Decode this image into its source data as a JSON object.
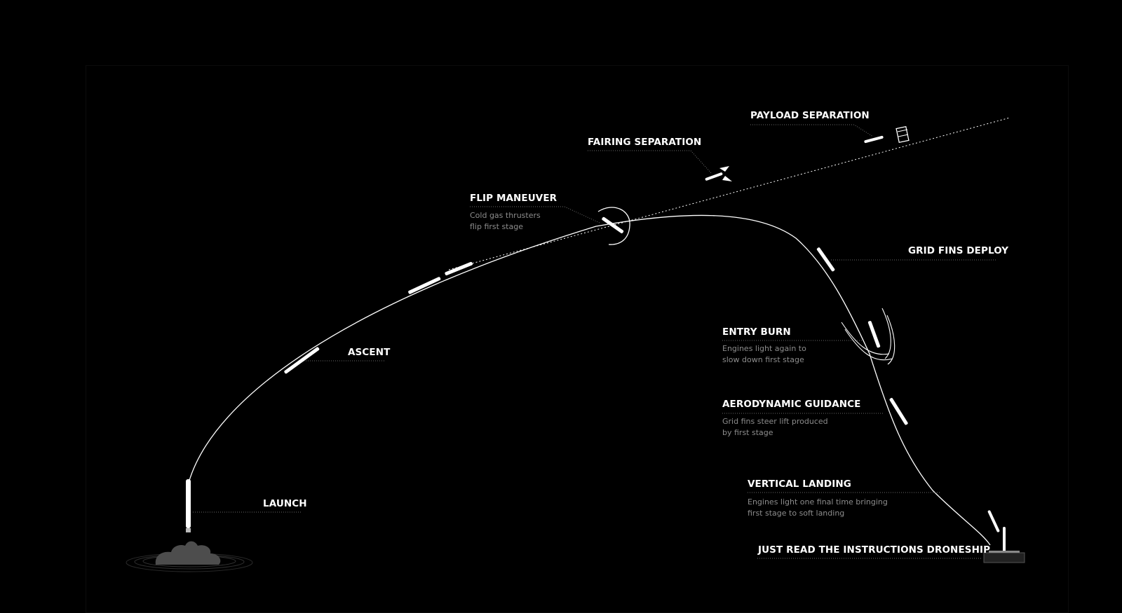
{
  "colors": {
    "background": "#000000",
    "path": "#ffffff",
    "label": "#ffffff",
    "description": "#8c8c8c",
    "leader": "#6a6a6a",
    "plume": "#4d4d4d"
  },
  "stages": {
    "launch": {
      "title": "LAUNCH"
    },
    "ascent": {
      "title": "ASCENT"
    },
    "flip": {
      "title": "FLIP MANEUVER",
      "desc": [
        "Cold gas thrusters",
        "flip first stage"
      ]
    },
    "fairing": {
      "title": "FAIRING SEPARATION"
    },
    "payload": {
      "title": "PAYLOAD SEPARATION"
    },
    "grid": {
      "title": "GRID FINS DEPLOY"
    },
    "entry": {
      "title": "ENTRY BURN",
      "desc": [
        "Engines light again to",
        "slow down first stage"
      ]
    },
    "aero": {
      "title": "AERODYNAMIC GUIDANCE",
      "desc": [
        "Grid fins steer lift produced",
        "by first stage"
      ]
    },
    "landing": {
      "title": "VERTICAL LANDING",
      "desc": [
        "Engines light one final time bringing",
        "first stage to soft landing"
      ]
    },
    "droneship": {
      "title": "JUST READ THE INSTRUCTIONS DRONESHIP"
    }
  },
  "icons": {
    "launch_pad": "launch-plume-icon",
    "rocket": "rocket-icon",
    "flip": "flip-arc-icon",
    "fairing": "fairing-halves-icon",
    "payload": "satellite-icon",
    "entry": "entry-burn-flame-icon",
    "droneship": "droneship-icon"
  }
}
